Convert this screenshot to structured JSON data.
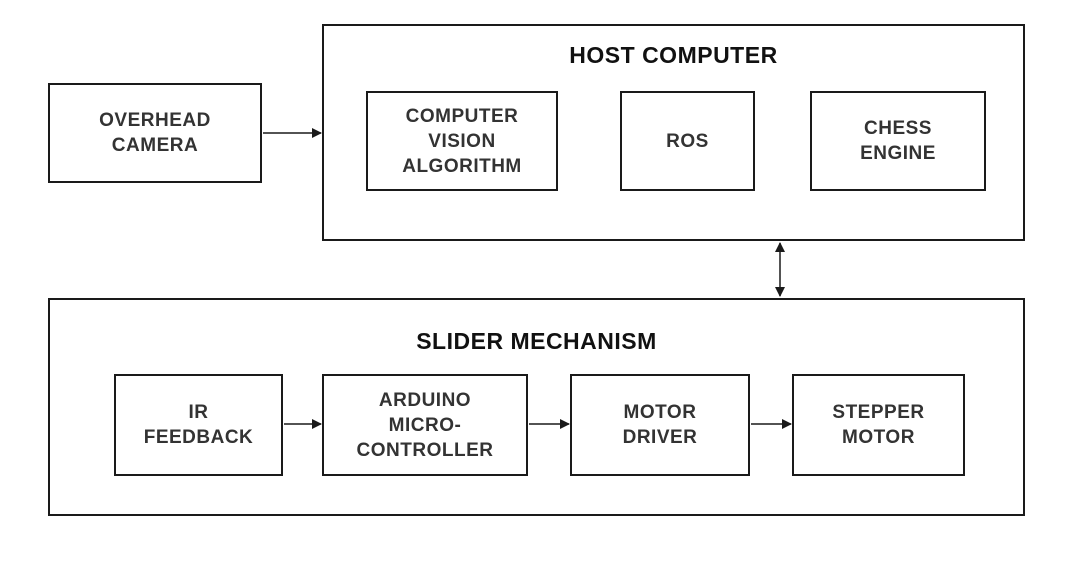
{
  "overhead_camera": {
    "label": "OVERHEAD\nCAMERA"
  },
  "host_computer": {
    "title": "HOST COMPUTER",
    "computer_vision": "COMPUTER\nVISION\nALGORITHM",
    "ros": "ROS",
    "chess_engine": "CHESS\nENGINE"
  },
  "slider_mechanism": {
    "title": "SLIDER MECHANISM",
    "ir_feedback": "IR\nFEEDBACK",
    "arduino": "ARDUINO\nMICRO-\nCONTROLLER",
    "motor_driver": "MOTOR\nDRIVER",
    "stepper_motor": "STEPPER\nMOTOR"
  },
  "colors": {
    "stroke": "#1a1a1a",
    "block_text": "#333333",
    "title_text": "#111111"
  }
}
